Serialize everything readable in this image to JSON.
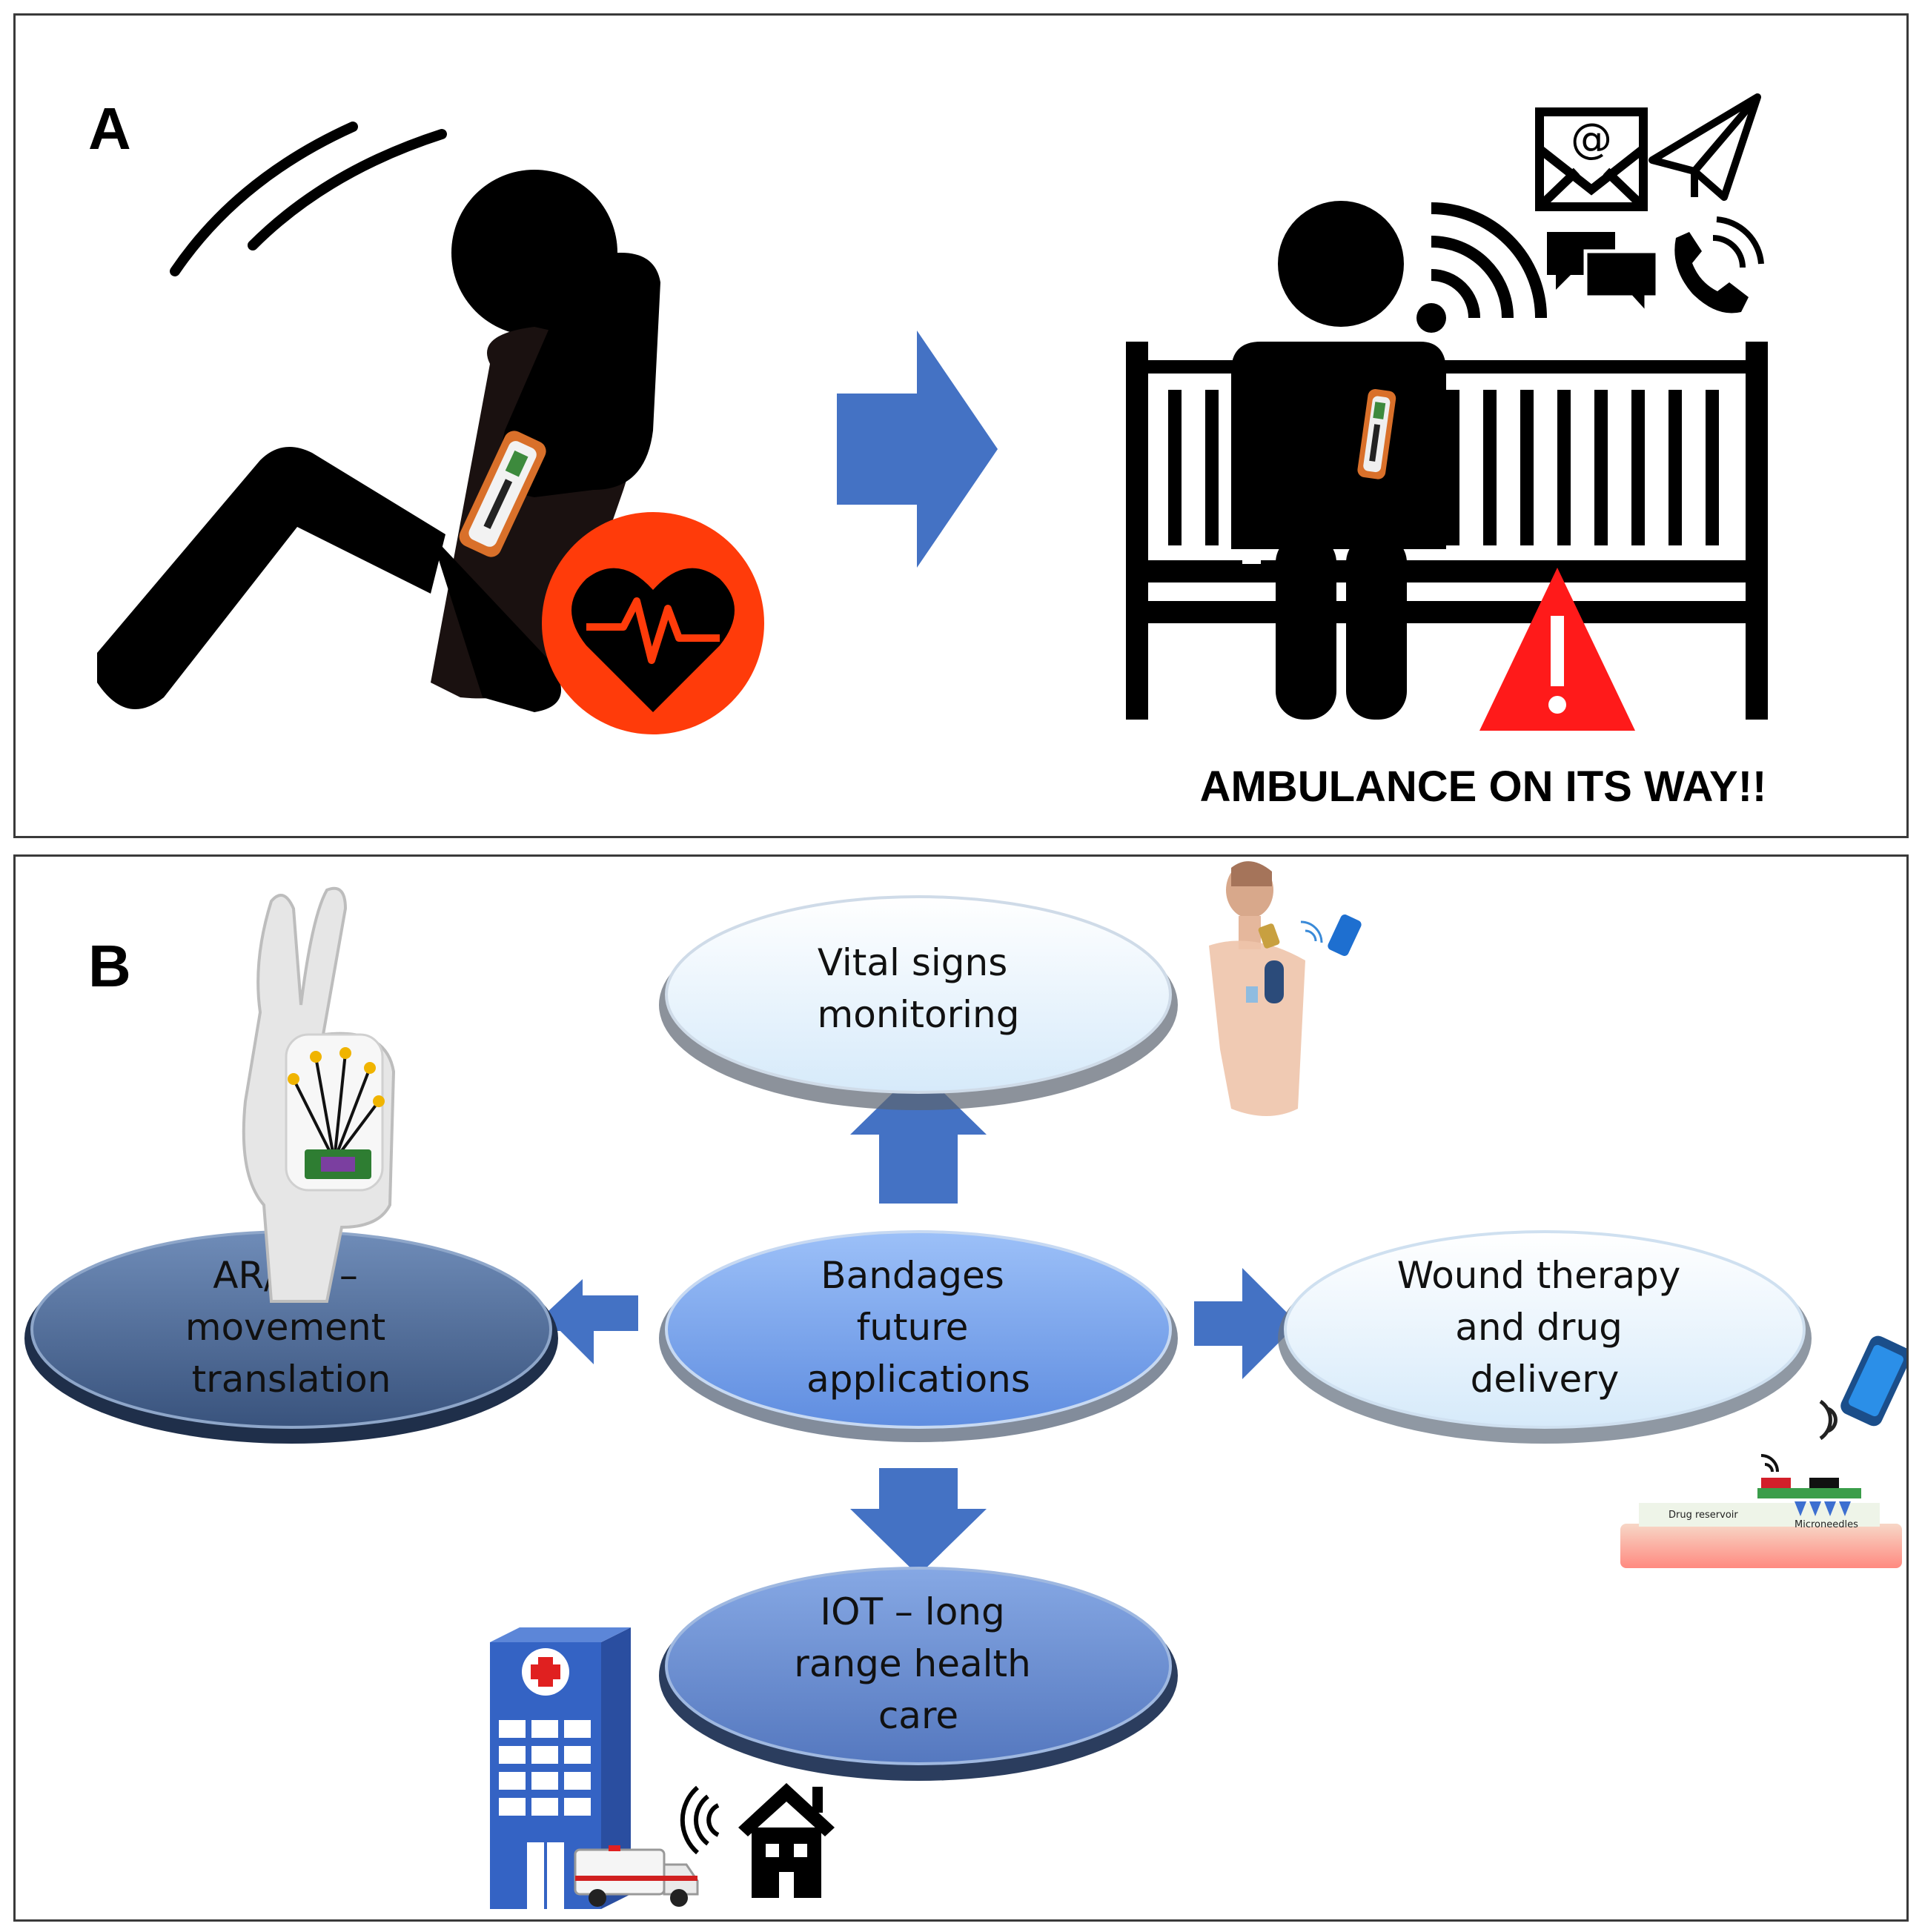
{
  "panel_a": {
    "label": "A",
    "alert_text": "AMBULANCE ON ITS WAY!!",
    "colors": {
      "heart_circle": "#ff3b0a",
      "arrow": "#4472c4",
      "warning": "#ff1a1a"
    },
    "icons": [
      "falling-person-icon",
      "heart-rate-icon",
      "arrow-right-icon",
      "patient-in-bed-icon",
      "wireless-signal-icon",
      "email-icon",
      "paper-plane-icon",
      "chat-bubbles-icon",
      "phone-call-icon",
      "warning-icon",
      "wearable-bandage-icon"
    ]
  },
  "panel_b": {
    "label": "B",
    "center": {
      "lines": [
        "Bandages",
        "future",
        "applications"
      ]
    },
    "top": {
      "lines": [
        "Vital signs",
        "monitoring"
      ]
    },
    "left": {
      "lines": [
        "AR/VR –",
        "movement",
        "translation"
      ]
    },
    "right": {
      "lines": [
        "Wound therapy",
        "and drug",
        "delivery"
      ]
    },
    "bottom": {
      "lines": [
        "IOT – long",
        "range health",
        "care"
      ]
    },
    "device_labels": {
      "reservoir": "Drug reservoir",
      "needles": "Microneedles"
    },
    "colors": {
      "arrow": "#4472c4",
      "center_fill": "#7ea6f2",
      "dark_fill": "#4a6690",
      "light_fill": "#e8f3fc",
      "bottom_fill": "#6f93d2"
    },
    "icons": [
      "glove-sensor-icon",
      "person-wearable-icon",
      "smartphone-icon",
      "hospital-icon",
      "ambulance-icon",
      "house-icon",
      "microneedle-patch-icon"
    ]
  }
}
